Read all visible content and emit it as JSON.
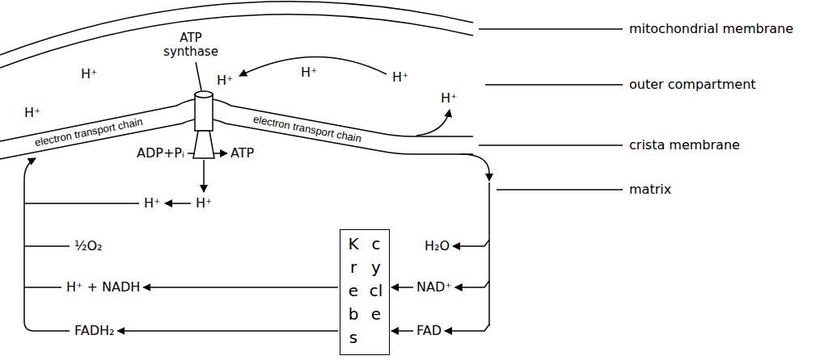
{
  "diagram": {
    "nodes": [
      {
        "text": [
          "Krebs",
          "cycle"
        ]
      }
    ],
    "labels": [
      "ATP synthase",
      "H⁺",
      "H⁺",
      "H⁺",
      "H⁺",
      "H⁺",
      "H⁺",
      "electron transport chain",
      "electron transport chain",
      "mitochondrial membrane",
      "outer compartment",
      "crista membrane",
      "matrix",
      "ADP+Pᵢ",
      "ATP",
      "H⁺",
      "H⁺",
      "½O₂",
      "H⁺ + NADH",
      "FADH₂",
      "H₂O",
      "NAD⁺",
      "FAD"
    ]
  }
}
